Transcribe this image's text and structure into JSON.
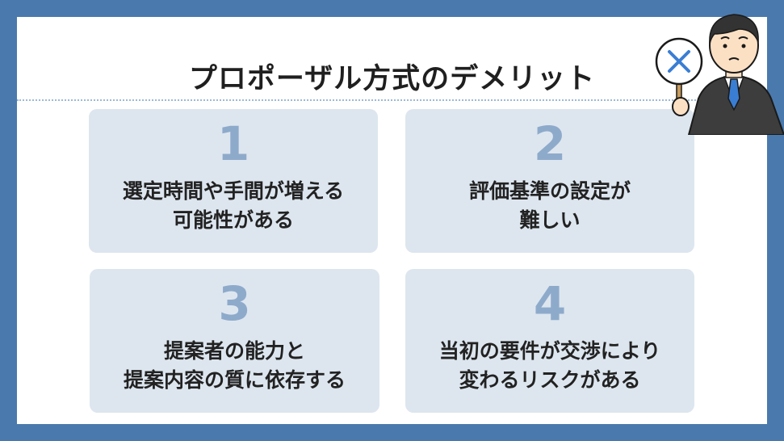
{
  "title": "プロポーザル方式のデメリット",
  "colors": {
    "frame": "#4a7aad",
    "card": "#dde6ef",
    "number": "#8eaacb",
    "divider": "#9bbad6"
  },
  "illustration": {
    "icon": "businessman-holding-x-sign-icon"
  },
  "cards": [
    {
      "number": "1",
      "lines": [
        "選定時間や手間が増える",
        "可能性がある"
      ]
    },
    {
      "number": "2",
      "lines": [
        "評価基準の設定が",
        "難しい"
      ]
    },
    {
      "number": "3",
      "lines": [
        "提案者の能力と",
        "提案内容の質に依存する"
      ]
    },
    {
      "number": "4",
      "lines": [
        "当初の要件が交渉により",
        "変わるリスクがある"
      ]
    }
  ]
}
